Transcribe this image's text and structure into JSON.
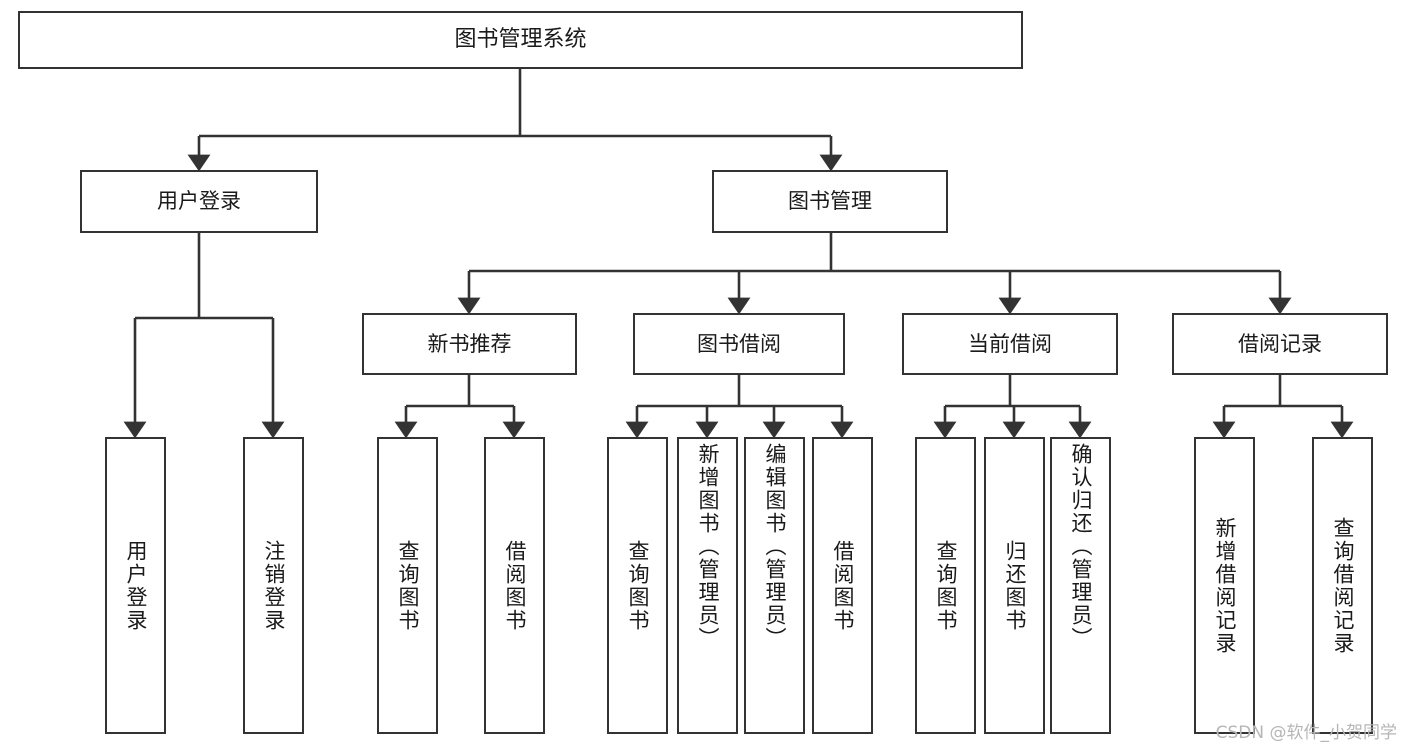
{
  "diagram": {
    "type": "tree-hierarchy-flowchart",
    "title": "图书管理系统",
    "root": {
      "label": "图书管理系统"
    },
    "level2": [
      {
        "label": "用户登录"
      },
      {
        "label": "图书管理"
      }
    ],
    "level3": [
      {
        "label": "新书推荐"
      },
      {
        "label": "图书借阅"
      },
      {
        "label": "当前借阅"
      },
      {
        "label": "借阅记录"
      }
    ],
    "leaves": {
      "user_login": [
        {
          "label": "用户登录"
        },
        {
          "label": "注销登录"
        }
      ],
      "new_book": [
        {
          "label": "查询图书"
        },
        {
          "label": "借阅图书"
        }
      ],
      "borrow_book": [
        {
          "label": "查询图书"
        },
        {
          "label": "新增图书（管理员）"
        },
        {
          "label": "编辑图书（管理员）"
        },
        {
          "label": "借阅图书"
        }
      ],
      "current_borrow": [
        {
          "label": "查询图书"
        },
        {
          "label": "归还图书"
        },
        {
          "label": "确认归还（管理员）"
        }
      ],
      "borrow_record": [
        {
          "label": "新增借阅记录"
        },
        {
          "label": "查询借阅记录"
        }
      ]
    },
    "watermark": "CSDN @软件_小贺同学",
    "colors": {
      "stroke": "#333333",
      "fill": "#ffffff",
      "text": "#1a1a1a",
      "watermark": "#b6b6b6"
    }
  }
}
